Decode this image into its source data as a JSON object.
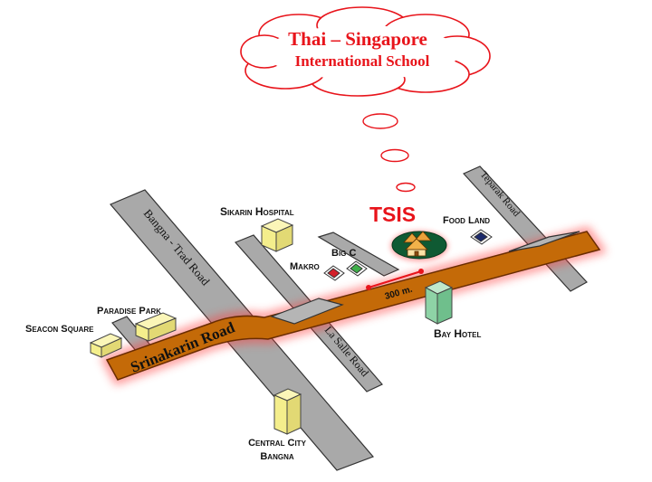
{
  "title": {
    "line1": "Thai – Singapore",
    "line2": "International School"
  },
  "school": {
    "abbr": "TSIS",
    "distance": "300 m."
  },
  "roads": {
    "main": "Srinakarin Road",
    "bangna_trad": "Bangna - Trad Road",
    "la_salle": "La Salle Road",
    "teparak": "Teparak Road"
  },
  "landmarks": {
    "sikarin": "Sikarin Hospital",
    "food_land": "Food Land",
    "big_c": "Big C",
    "makro": "Makro",
    "paradise_park": "Paradise Park",
    "seacon_square": "Seacon Square",
    "bay_hotel": "Bay Hotel",
    "central_city_line1": "Central City",
    "central_city_line2": "Bangna"
  },
  "colors": {
    "title": "#e8141b",
    "main_road": "#c46a08",
    "main_road_glow": "#ff3a3a",
    "side_road": "#a9a9a9",
    "building_yellow": "#f4ee8c",
    "building_green": "#8ed3a6",
    "school_badge": "#0f5a33"
  }
}
